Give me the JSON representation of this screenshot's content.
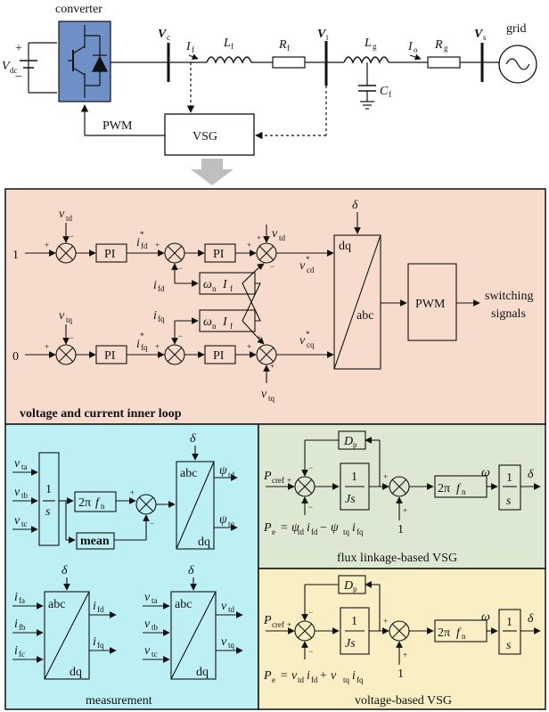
{
  "top": {
    "converter": "converter",
    "vdc": "V",
    "vdc_sub": "dc",
    "vc": "V",
    "vc_sub": "c",
    "if": "I",
    "if_sub": "f",
    "lf": "L",
    "lf_sub": "f",
    "rf": "R",
    "rf_sub": "f",
    "vt": "V",
    "vt_sub": "t",
    "lg": "L",
    "lg_sub": "g",
    "cf": "C",
    "cf_sub": "f",
    "io": "I",
    "io_sub": "o",
    "rg": "R",
    "rg_sub": "g",
    "vs": "V",
    "vs_sub": "s",
    "grid": "grid",
    "pwm": "PWM",
    "vsg": "VSG",
    "plus": "+",
    "minus": "−"
  },
  "inner": {
    "title": "voltage and current inner loop",
    "ref_d": "1",
    "ref_q": "0",
    "pi": "PI",
    "v": "v",
    "vtd_sub": "td",
    "vtq_sub": "tq",
    "i": "i",
    "ifd_star_sub": "fd",
    "ifq_star_sub": "fq",
    "star": "*",
    "ifd_sub": "fd",
    "ifq_sub": "fq",
    "omega": "ω",
    "omega_sub": "n",
    "I": "I",
    "If_sub": "f",
    "vcd_sub": "cd",
    "vcq_sub": "cq",
    "delta": "δ",
    "dq": "dq",
    "abc": "abc",
    "pwm": "PWM",
    "switching1": "switching",
    "switching2": "signals",
    "plus": "+",
    "minus": "−"
  },
  "measurement": {
    "title": "measurement",
    "vta": "ta",
    "vtb": "tb",
    "vtc": "tc",
    "one": "1",
    "s": "s",
    "twopi": "2π",
    "f": "f",
    "fn_sub": "n",
    "mean": "mean",
    "delta": "δ",
    "abc": "abc",
    "dq": "dq",
    "psi": "ψ",
    "psi_td": "td",
    "psi_tq": "tq",
    "ifa": "fa",
    "ifb": "fb",
    "ifc": "fc",
    "ifd": "fd",
    "ifq": "fq",
    "vtd": "td",
    "vtq": "tq",
    "v": "v",
    "i": "i",
    "plus": "+",
    "minus": "−"
  },
  "flux_vsg": {
    "title": "flux linkage-based VSG",
    "pcref": "P",
    "pcref_sub": "cref",
    "dp": "D",
    "dp_sub": "p",
    "one": "1",
    "js": "Js",
    "s": "s",
    "twopi": "2π",
    "f": "f",
    "fn_sub": "n",
    "omega": "ω",
    "delta": "δ",
    "eq_lhs": "P",
    "eq_lhs_sub": "e",
    "eq_rhs": "= ψ",
    "eq_rest": "i",
    "eq_mid": " − ψ",
    "sub_td": "td",
    "sub_fd": "fd",
    "sub_tq": "tq",
    "sub_fq": "fq",
    "plus": "+",
    "minus": "−"
  },
  "voltage_vsg": {
    "title": "voltage-based VSG",
    "pcref": "P",
    "pcref_sub": "cref",
    "dp": "D",
    "dp_sub": "p",
    "one": "1",
    "js": "Js",
    "s": "s",
    "twopi": "2π",
    "f": "f",
    "fn_sub": "n",
    "omega": "ω",
    "delta": "δ",
    "eq_lhs": "P",
    "eq_lhs_sub": "e",
    "eq_rhs": "= v",
    "eq_rest": "i",
    "eq_mid": " + v",
    "sub_td": "td",
    "sub_fd": "fd",
    "sub_tq": "tq",
    "sub_fq": "fq",
    "plus": "+",
    "minus": "−"
  },
  "colors": {
    "inner_bg": "#f7dccd",
    "measurement_bg": "#bdf0f5",
    "flux_bg": "#dde8d3",
    "voltage_bg": "#faeec5",
    "converter_fill": "#6f8fc7",
    "arrow_grey": "#bfbfbf"
  }
}
